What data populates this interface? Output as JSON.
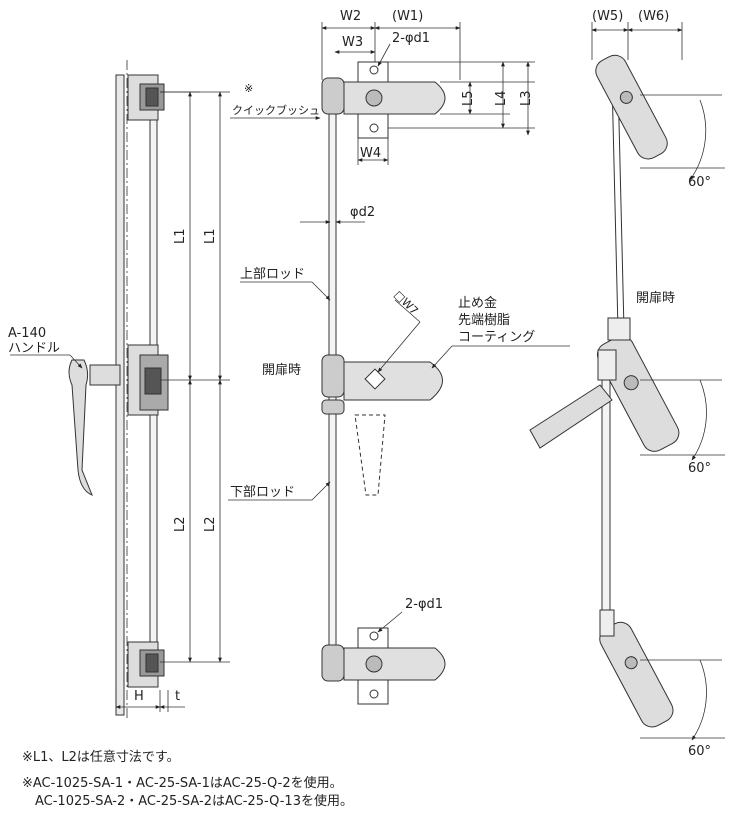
{
  "left_view": {
    "handle_label": "A-140",
    "handle_kana": "ハンドル",
    "dim_L1": "L1",
    "dim_L2": "L2",
    "dim_H": "H",
    "dim_t": "t"
  },
  "center_view": {
    "top_dims": {
      "W2": "W2",
      "W1": "(W1)",
      "W3": "W3",
      "W4": "W4",
      "hole_top": "2-φd1",
      "L3": "L3",
      "L4": "L4",
      "L5": "L5"
    },
    "quick_bush": [
      "※",
      "クイックブッシュ"
    ],
    "rod_dia": "φd2",
    "upper_rod": "上部ロッド",
    "lower_rod": "下部ロッド",
    "open_state": "開扉時",
    "W7": "□W7",
    "stopper_lines": [
      "止め金",
      "先端樹脂",
      "コーティング"
    ],
    "hole_bottom": "2-φd1"
  },
  "right_view": {
    "W5": "(W5)",
    "W6": "(W6)",
    "angle": "60°",
    "open_state": "開扉時"
  },
  "notes": [
    "※L1、L2は任意寸法です。",
    "※AC-1025-SA-1・AC-25-SA-1はAC-25-Q-2を使用。",
    "　AC-1025-SA-2・AC-25-SA-2はAC-25-Q-13を使用。"
  ]
}
